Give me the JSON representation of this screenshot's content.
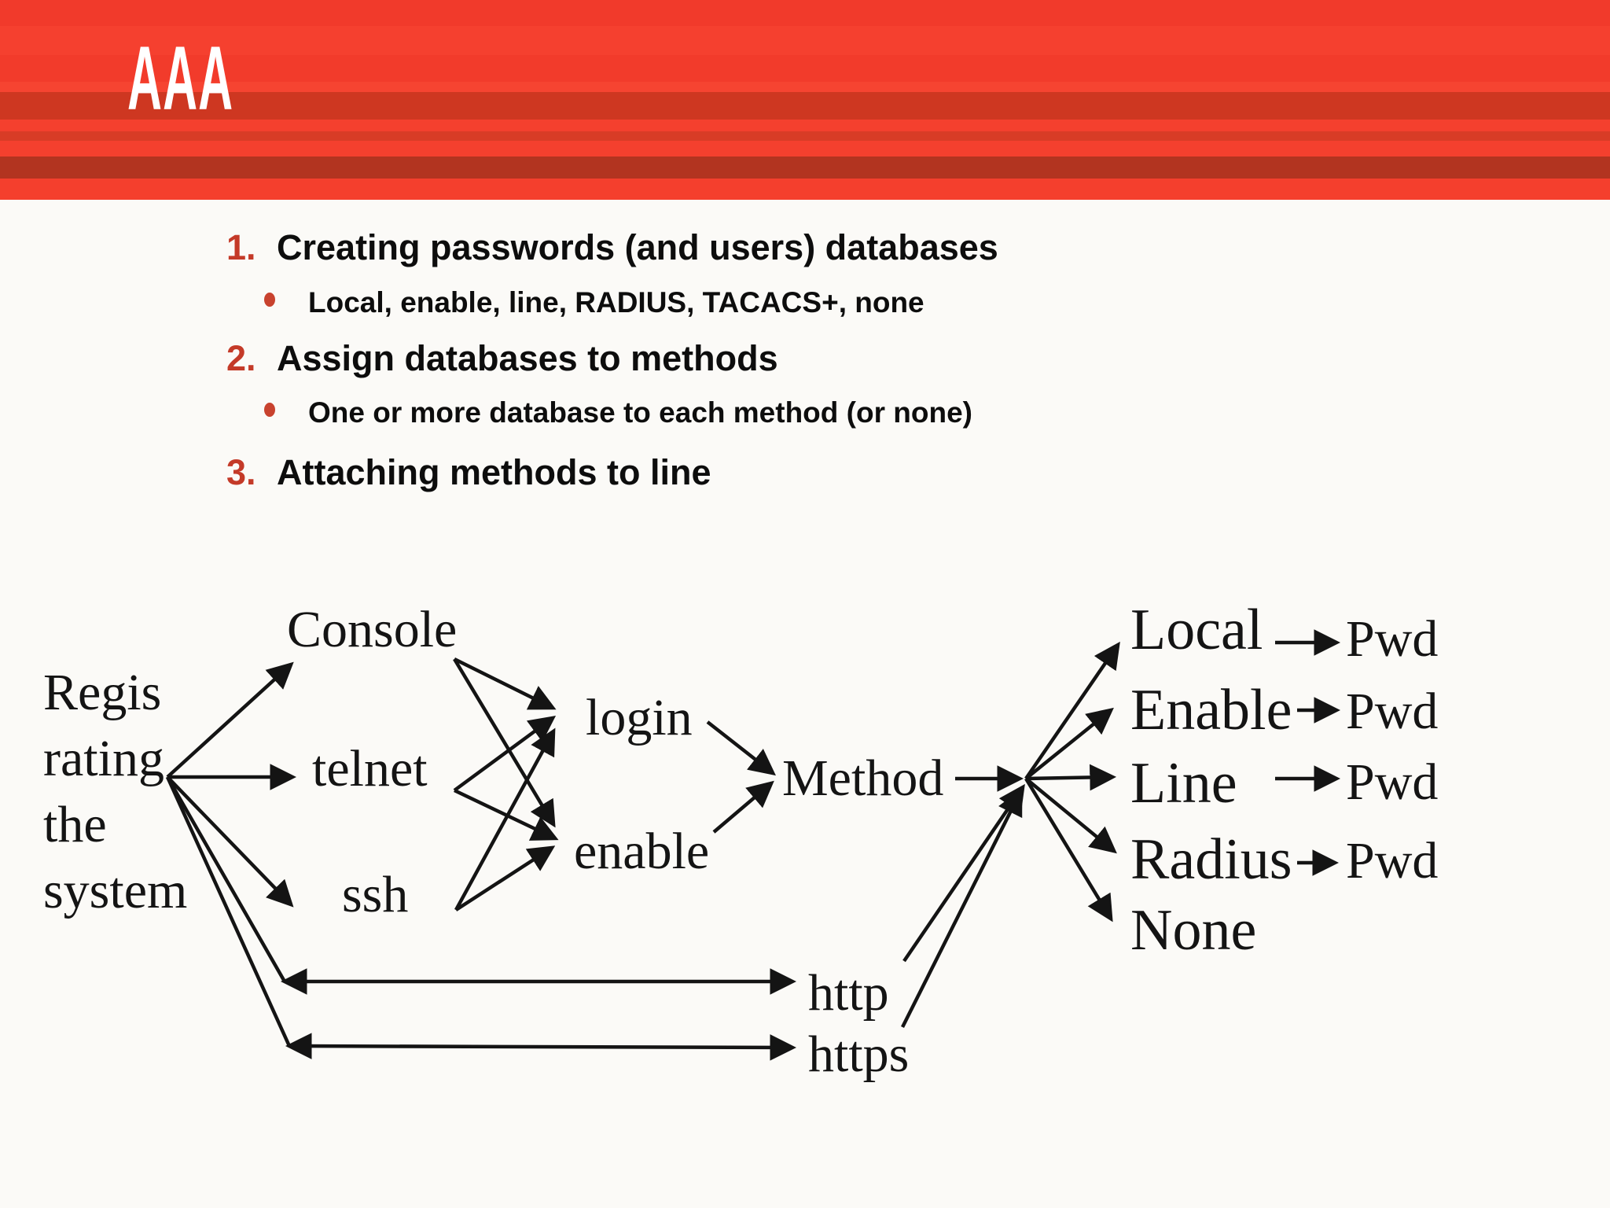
{
  "header": {
    "title": "AAA"
  },
  "list": {
    "items": [
      {
        "number": "1.",
        "heading": "Creating passwords (and users) databases",
        "sub_bullet": "Local, enable, line, RADIUS, TACACS+, none"
      },
      {
        "number": "2.",
        "heading": "Assign databases to methods",
        "sub_bullet": "One or more database to each method (or none)"
      },
      {
        "number": "3.",
        "heading": "Attaching methods to line",
        "sub_bullet": ""
      }
    ]
  },
  "diagram": {
    "source_lines": [
      "Regis",
      "rating",
      "the",
      "system"
    ],
    "nodes": {
      "console": "Console",
      "telnet": "telnet",
      "ssh": "ssh",
      "login": "login",
      "enable": "enable",
      "method": "Method",
      "http": "http",
      "https": "https"
    },
    "databases": [
      "Local",
      "Enable",
      "Line",
      "Radius",
      "None"
    ],
    "pwd_labels": [
      "Pwd",
      "Pwd",
      "Pwd",
      "Pwd"
    ]
  },
  "colors": {
    "accent_red": "#c43a28",
    "diagram_ink": "#141414",
    "header_stripes": [
      "#f13a2b",
      "#f5402f",
      "#f23b2b",
      "#f64431",
      "#ce3721",
      "#f4402e",
      "#d83c26",
      "#f4402e",
      "#b23420",
      "#f43f2d"
    ],
    "title_text": "#ffffff",
    "page_background": "#fbfaf7"
  }
}
